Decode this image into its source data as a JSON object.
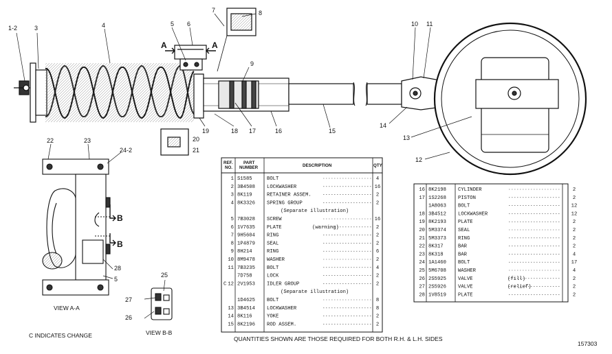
{
  "callouts": {
    "c1_2": "1-2",
    "c3": "3",
    "c4": "4",
    "c5": "5",
    "c6": "6",
    "c7": "7",
    "c8": "8",
    "c9": "9",
    "c10": "10",
    "c11": "11",
    "c12": "12",
    "c13": "13",
    "c14": "14",
    "c15": "15",
    "c16": "16",
    "c17": "17",
    "c18": "18",
    "c19": "19",
    "c20": "20",
    "c21": "21",
    "c22": "22",
    "c23": "23",
    "c24_2": "24-2",
    "c25": "25",
    "c26": "26",
    "c27": "27",
    "c28": "28",
    "c5b": "5",
    "sectionA_left": "A",
    "sectionA_right": "A",
    "sectionB_top": "B",
    "sectionB_bottom": "B"
  },
  "views": {
    "view_aa": "VIEW A-A",
    "view_bb": "VIEW B-B"
  },
  "notes": {
    "change_note": "C INDICATES CHANGE",
    "quantities_note": "QUANTITIES SHOWN ARE THOSE REQUIRED FOR BOTH R.H. & L.H. SIDES",
    "figure_number": "157303"
  },
  "table_headers": {
    "ref_no_1": "REF.",
    "ref_no_2": "NO.",
    "part_number_1": "PART",
    "part_number_2": "NUMBER",
    "description": "DESCRIPTION",
    "qty": "QTY"
  },
  "left_table": [
    {
      "c": "",
      "ref": "1",
      "part": "S1585",
      "desc": "BOLT",
      "qty": "4"
    },
    {
      "c": "",
      "ref": "2",
      "part": "3B4508",
      "desc": "LOCKWASHER",
      "qty": "16"
    },
    {
      "c": "",
      "ref": "3",
      "part": "8K119",
      "desc": "RETAINER ASSEM.",
      "qty": "2"
    },
    {
      "c": "",
      "ref": "4",
      "part": "8K3326",
      "desc": "SPRING GROUP",
      "qty": "2"
    },
    {
      "c": "",
      "ref": "",
      "part": "",
      "desc": "(Separate illustration)",
      "qty": ""
    },
    {
      "c": "",
      "ref": "5",
      "part": "7B3028",
      "desc": "SCREW",
      "qty": "16"
    },
    {
      "c": "",
      "ref": "6",
      "part": "1V7635",
      "desc": "PLATE",
      "desc2": "(warning)",
      "qty": "2"
    },
    {
      "c": "",
      "ref": "7",
      "part": "9H5604",
      "desc": "RING",
      "qty": "2"
    },
    {
      "c": "",
      "ref": "8",
      "part": "1P4879",
      "desc": "SEAL",
      "qty": "2"
    },
    {
      "c": "",
      "ref": "9",
      "part": "8H214",
      "desc": "RING",
      "qty": "6"
    },
    {
      "c": "",
      "ref": "10",
      "part": "8M9478",
      "desc": "WASHER",
      "qty": "2"
    },
    {
      "c": "",
      "ref": "11",
      "part": "7B3235",
      "desc": "BOLT",
      "qty": "4"
    },
    {
      "c": "",
      "ref": "",
      "part": "7D758",
      "desc": "LOCK",
      "qty": "2"
    },
    {
      "c": "C",
      "ref": "12",
      "part": "2V1953",
      "desc": "IDLER GROUP",
      "qty": "2"
    },
    {
      "c": "",
      "ref": "",
      "part": "",
      "desc": "(Separate illustration)",
      "qty": ""
    },
    {
      "c": "",
      "ref": "",
      "part": "1D4625",
      "desc": "BOLT",
      "qty": "8"
    },
    {
      "c": "",
      "ref": "13",
      "part": "3B4514",
      "desc": "LOCKWASHER",
      "qty": "8"
    },
    {
      "c": "",
      "ref": "14",
      "part": "8K116",
      "desc": "YOKE",
      "qty": "2"
    },
    {
      "c": "",
      "ref": "15",
      "part": "8K2196",
      "desc": "ROD ASSEM.",
      "qty": "2"
    }
  ],
  "right_table": [
    {
      "ref": "16",
      "part": "8K2198",
      "desc": "CYLINDER",
      "qty": "2"
    },
    {
      "ref": "17",
      "part": "1S2268",
      "desc": "PISTON",
      "qty": "2"
    },
    {
      "ref": "",
      "part": "1A8063",
      "desc": "BOLT",
      "qty": "12"
    },
    {
      "ref": "18",
      "part": "3B4512",
      "desc": "LOCKWASHER",
      "qty": "12"
    },
    {
      "ref": "19",
      "part": "8K2193",
      "desc": "PLATE",
      "qty": "2"
    },
    {
      "ref": "20",
      "part": "5M3374",
      "desc": "SEAL",
      "qty": "2"
    },
    {
      "ref": "21",
      "part": "5M3373",
      "desc": "RING",
      "qty": "2"
    },
    {
      "ref": "22",
      "part": "8K317",
      "desc": "BAR",
      "qty": "2"
    },
    {
      "ref": "23",
      "part": "8K318",
      "desc": "BAR",
      "qty": "4"
    },
    {
      "ref": "24",
      "part": "1A1460",
      "desc": "BOLT",
      "qty": "17"
    },
    {
      "ref": "25",
      "part": "5M6708",
      "desc": "WASHER",
      "qty": "4"
    },
    {
      "ref": "26",
      "part": "2S5925",
      "desc": "VALVE",
      "desc2": "(fill)",
      "qty": "2"
    },
    {
      "ref": "27",
      "part": "2S5926",
      "desc": "VALVE",
      "desc2": "(relief)",
      "qty": "2"
    },
    {
      "ref": "28",
      "part": "1V8519",
      "desc": "PLATE",
      "qty": "2"
    }
  ]
}
